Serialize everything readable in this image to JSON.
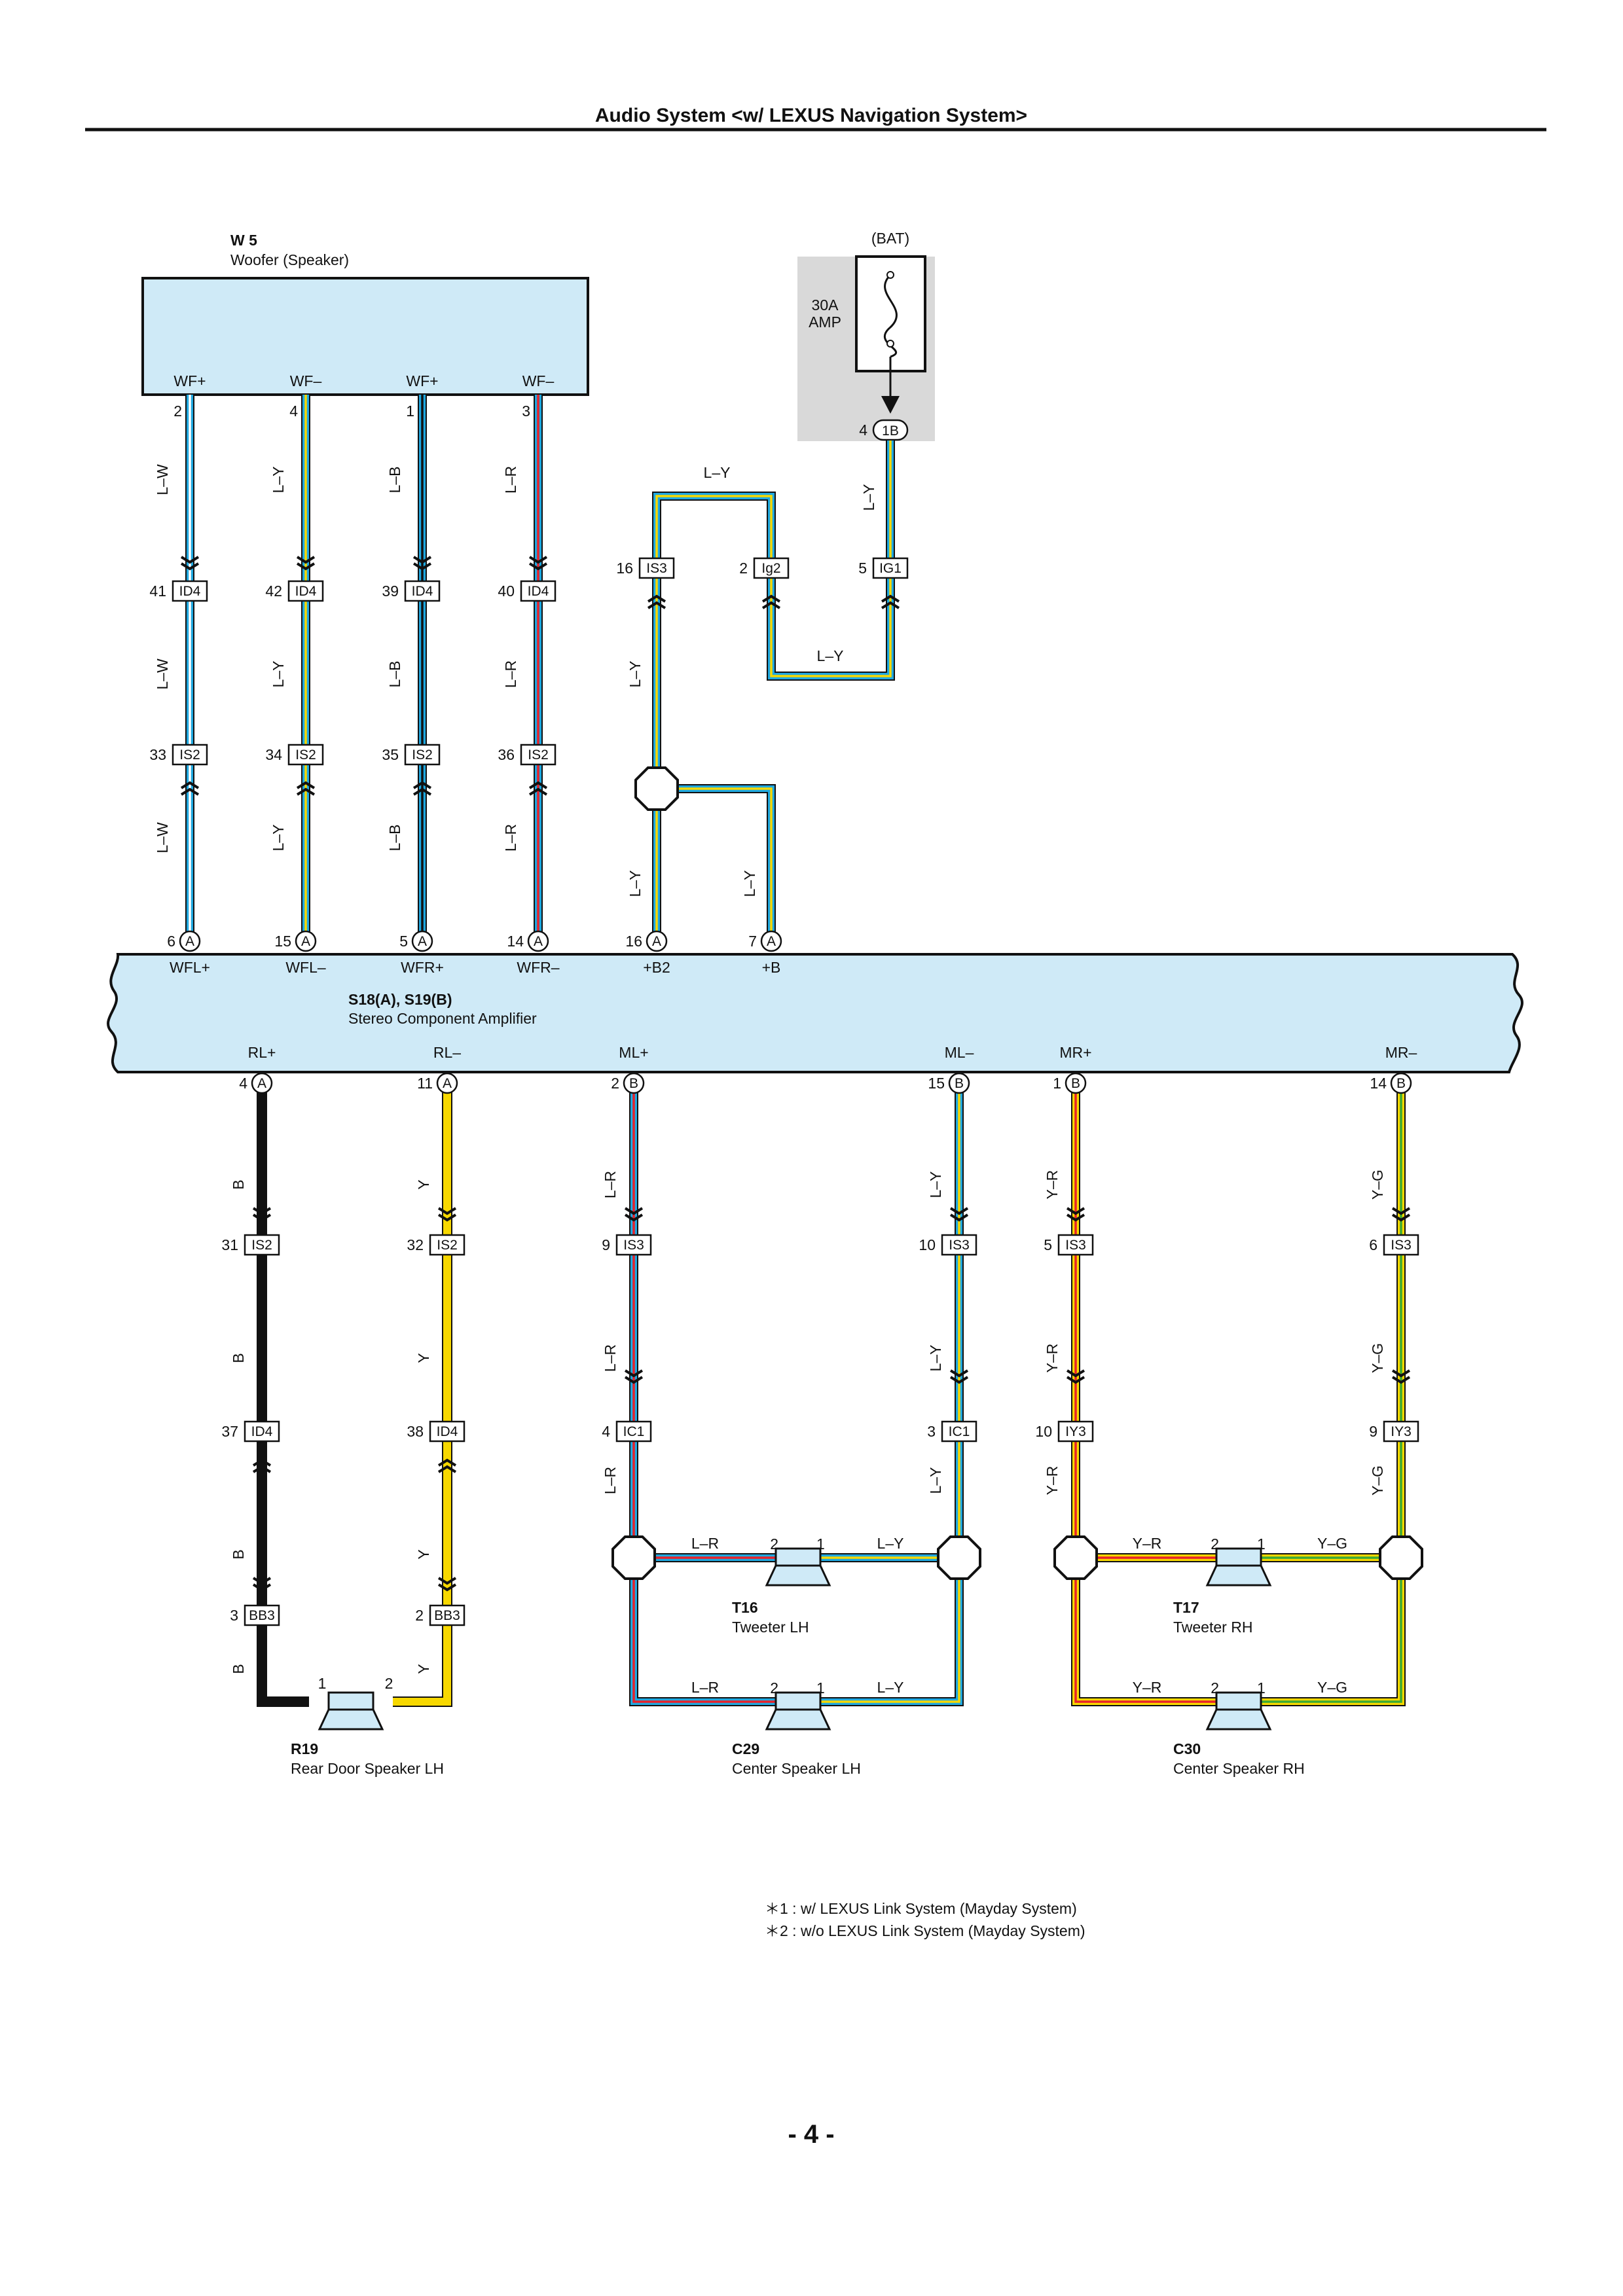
{
  "title": "Audio System <w/ LEXUS Navigation System>",
  "page_number": "- 4 -",
  "colors": {
    "L": "#1fa8e0",
    "Y": "#f7d800",
    "W": "#ffffff",
    "B": "#111111",
    "R": "#e8222a",
    "G": "#3aaa35",
    "component_fill": "#cfeaf7",
    "fuse_box_fill": "#d9d9d9"
  },
  "woofer": {
    "code": "W 5",
    "name": "Woofer (Speaker)",
    "terminals": [
      {
        "label": "WF+",
        "pin": "2",
        "wire": "L–W"
      },
      {
        "label": "WF–",
        "pin": "4",
        "wire": "L–Y"
      },
      {
        "label": "WF+",
        "pin": "1",
        "wire": "L–B"
      },
      {
        "label": "WF–",
        "pin": "3",
        "wire": "L–R"
      }
    ]
  },
  "fuse": {
    "bat": "(BAT)",
    "rating": "30A",
    "name": "AMP",
    "pin": "4",
    "connector": "1B"
  },
  "junctions": {
    "is3_16": {
      "pin": "16",
      "code": "IS3"
    },
    "ig2": {
      "pin": "2",
      "code": "Ig2"
    },
    "ig1": {
      "pin": "5",
      "code": "IG1"
    },
    "wire_top": "L–Y",
    "wire_loop": "L–Y",
    "wire_down": "L–Y",
    "wire_fuse": "L–Y",
    "wire_b2": "L–Y",
    "wire_b": "L–Y"
  },
  "id4_row": [
    {
      "pin": "41",
      "code": "ID4"
    },
    {
      "pin": "42",
      "code": "ID4"
    },
    {
      "pin": "39",
      "code": "ID4"
    },
    {
      "pin": "40",
      "code": "ID4"
    }
  ],
  "is2_row": [
    {
      "pin": "33",
      "code": "IS2"
    },
    {
      "pin": "34",
      "code": "IS2"
    },
    {
      "pin": "35",
      "code": "IS2"
    },
    {
      "pin": "36",
      "code": "IS2"
    }
  ],
  "amplifier": {
    "code": "S18(A), S19(B)",
    "name": "Stereo Component Amplifier",
    "top_pins": [
      {
        "pin": "6",
        "conn": "A",
        "label": "WFL+"
      },
      {
        "pin": "15",
        "conn": "A",
        "label": "WFL–"
      },
      {
        "pin": "5",
        "conn": "A",
        "label": "WFR+"
      },
      {
        "pin": "14",
        "conn": "A",
        "label": "WFR–"
      },
      {
        "pin": "16",
        "conn": "A",
        "label": "+B2"
      },
      {
        "pin": "7",
        "conn": "A",
        "label": "+B"
      }
    ],
    "bottom_pins": [
      {
        "pin": "4",
        "conn": "A",
        "label": "RL+"
      },
      {
        "pin": "11",
        "conn": "A",
        "label": "RL–"
      },
      {
        "pin": "2",
        "conn": "B",
        "label": "ML+"
      },
      {
        "pin": "15",
        "conn": "B",
        "label": "ML–"
      },
      {
        "pin": "1",
        "conn": "B",
        "label": "MR+"
      },
      {
        "pin": "14",
        "conn": "B",
        "label": "MR–"
      }
    ]
  },
  "lower_wires": {
    "rl_plus": "B",
    "rl_minus": "Y",
    "ml_plus": "L–R",
    "ml_minus": "L–Y",
    "mr_plus": "Y–R",
    "mr_minus": "Y–G"
  },
  "lower_conn_row1": [
    {
      "pin": "31",
      "code": "IS2"
    },
    {
      "pin": "32",
      "code": "IS2"
    },
    {
      "pin": "9",
      "code": "IS3"
    },
    {
      "pin": "10",
      "code": "IS3"
    },
    {
      "pin": "5",
      "code": "IS3"
    },
    {
      "pin": "6",
      "code": "IS3"
    }
  ],
  "lower_conn_row2": [
    {
      "pin": "37",
      "code": "ID4"
    },
    {
      "pin": "38",
      "code": "ID4"
    },
    {
      "pin": "4",
      "code": "IC1"
    },
    {
      "pin": "3",
      "code": "IC1"
    },
    {
      "pin": "10",
      "code": "IY3"
    },
    {
      "pin": "9",
      "code": "IY3"
    }
  ],
  "lower_conn_row3": [
    {
      "pin": "3",
      "code": "BB3"
    },
    {
      "pin": "2",
      "code": "BB3"
    }
  ],
  "speakers": {
    "r19": {
      "code": "R19",
      "name": "Rear Door Speaker LH",
      "pin1": "1",
      "pin2": "2"
    },
    "t16": {
      "code": "T16",
      "name": "Tweeter LH",
      "pin_left": "2",
      "pin_right": "1",
      "wire_left": "L–R",
      "wire_right": "L–Y"
    },
    "c29": {
      "code": "C29",
      "name": "Center Speaker LH",
      "pin_left": "2",
      "pin_right": "1",
      "wire_left": "L–R",
      "wire_right": "L–Y"
    },
    "t17": {
      "code": "T17",
      "name": "Tweeter RH",
      "pin_left": "2",
      "pin_right": "1",
      "wire_left": "Y–R",
      "wire_right": "Y–G"
    },
    "c30": {
      "code": "C30",
      "name": "Center Speaker RH",
      "pin_left": "2",
      "pin_right": "1",
      "wire_left": "Y–R",
      "wire_right": "Y–G"
    }
  },
  "notes": [
    "＊1 : w/ LEXUS Link System (Mayday System)",
    "＊2 : w/o LEXUS Link System (Mayday System)"
  ]
}
